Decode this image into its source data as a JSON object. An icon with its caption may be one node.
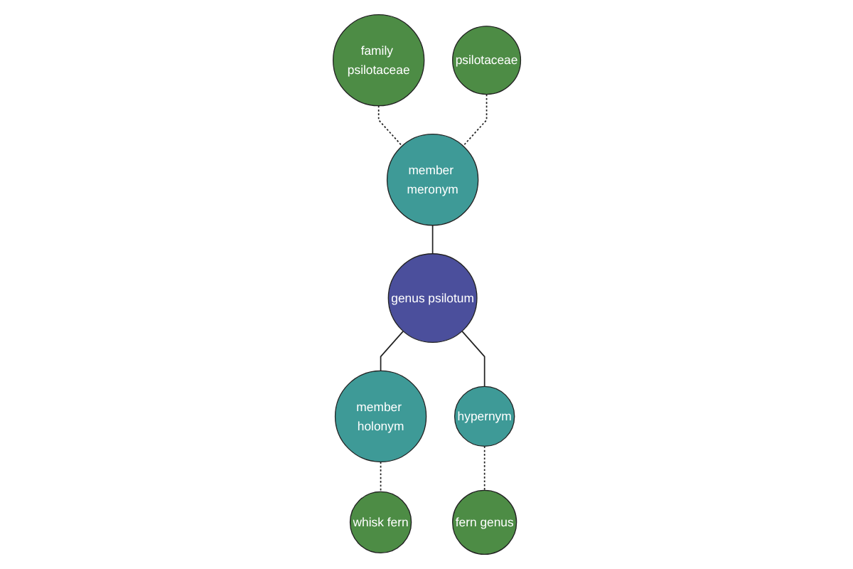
{
  "diagram": {
    "nodes": [
      {
        "text": [
          "family psilotaceae"
        ]
      },
      {
        "text": [
          "psilotaceae"
        ]
      },
      {
        "text": [
          "member meronym"
        ]
      },
      {
        "text": [
          "genus psilotum"
        ]
      },
      {
        "text": [
          "member holonym"
        ]
      },
      {
        "text": [
          "hypernym"
        ]
      },
      {
        "text": [
          "whisk fern"
        ]
      },
      {
        "text": [
          "fern genus"
        ]
      }
    ],
    "edges": [
      {
        "from": 0,
        "to": 2,
        "arrow": "none",
        "style": "dashed"
      },
      {
        "from": 1,
        "to": 2,
        "arrow": "none",
        "style": "dashed"
      },
      {
        "from": 2,
        "to": 3,
        "arrow": "none"
      },
      {
        "from": 3,
        "to": 4,
        "arrow": "none"
      },
      {
        "from": 4,
        "to": 6,
        "arrow": "none",
        "style": "dashed"
      },
      {
        "from": 3,
        "to": 5,
        "arrow": "none"
      },
      {
        "from": 5,
        "to": 7,
        "arrow": "none",
        "style": "dashed"
      }
    ]
  }
}
